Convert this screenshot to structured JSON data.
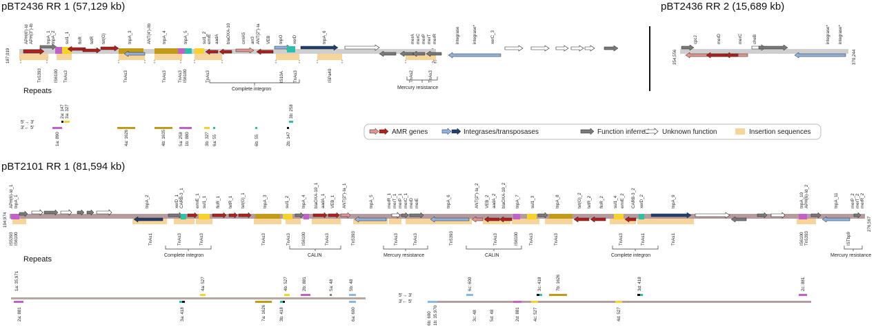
{
  "colors": {
    "amr_dark": "#b3201c",
    "amr_light": "#e2968f",
    "int_light": "#8fb3e0",
    "int_dark": "#1f3f6e",
    "func": "#7a7a7a",
    "unknown": "#ffffff",
    "insertion": "#f6d49a",
    "backbone1": "#cfcfcf",
    "backbone2": "#b59a9e",
    "repeat_line": "#b8a6a0",
    "purple": "#c060c8",
    "gold": "#c09a18",
    "yellow": "#f6d22a",
    "cyan": "#2cc0a8",
    "lightblue": "#88b8e8"
  },
  "panel1": {
    "title": "pBT2436 RR 1 (57,129 kb)",
    "start": "187,019",
    "end": "244,147",
    "gene_labels": [
      "APH(6')-Id",
      "APH(3'')-Ib",
      "tnpA_1",
      "tnpA_2",
      "sul1_1",
      "floR",
      "tetR",
      "tet(G)",
      "tnpA_3",
      "ANT(4')-IIb",
      "tnpA_4",
      "tnpA_5",
      "sul1_2",
      "emrE",
      "aadA",
      "blaOXA-10",
      "cmlA5",
      "arr3",
      "ANT(2'')-Ia",
      "VEB",
      "tnpO",
      "xerD",
      "tnpA_6",
      "merA",
      "merC",
      "merP",
      "merT",
      "merR",
      "integrase",
      "integrase*",
      "xerC_3"
    ],
    "is_labels": [
      "Tn5393",
      "IS6100",
      "TnAs3",
      "TnAs3",
      "TnAs3",
      "TnAs3",
      "IS6100",
      "TnAs3",
      "IS10A",
      "TnAs3",
      "ISPa40",
      "TnAs2",
      "TnAs3"
    ],
    "brackets": [
      "Complete integron",
      "Mercury resistance"
    ],
    "repeats_title": "Repeats",
    "strand_fwd": "5'→ 3'",
    "strand_rev": "3'← 5'",
    "repeat_top": [
      "2a: 147",
      "3a: 327",
      "3b: 258"
    ],
    "repeat_bottom": [
      "1a: 890",
      "4a: 1626",
      "4b: 1635",
      "5a: 258",
      "1b: 880",
      "3b: 327",
      "6a: 55",
      "6b: 55",
      "2b: 147"
    ]
  },
  "panel2": {
    "title": "pBT2436 RR 2 (15,689 kb)",
    "start": "354,556",
    "end": "370,244",
    "gene_labels": [
      "cpcJ",
      "merD",
      "merC",
      "cheB",
      "integrase*",
      "integrase*"
    ]
  },
  "legend": {
    "items": [
      "AMR genes",
      "Integrases/transposases",
      "Function inferred",
      "Unknown function",
      "Insertion sequences"
    ]
  },
  "panel3": {
    "title": "pBT2101 RR 1 (81,594 kb)",
    "start": "194,974",
    "end": "276,567",
    "gene_labels": [
      "APH(6)-Id_1",
      "tnpA_1",
      "tnpA_2",
      "xerD_1",
      "CARB-3_1",
      "emrE_1",
      "sul1_1",
      "floR_1",
      "tetR_1",
      "tet(G)_1",
      "tnpA_3",
      "sul1_2",
      "tnpA_4",
      "blaOXA-10_1",
      "aadA_1",
      "VEB_1",
      "ANT(2'')-Ia_1",
      "tnpA_5",
      "merR_1",
      "merT_1",
      "merP_1",
      "merC_1",
      "merD",
      "merE",
      "tnpA_6",
      "ANT(2'')-Ia_2",
      "VEB_2",
      "aadA_2",
      "blaOXA-10_2",
      "tnpA_7",
      "sul1_3",
      "tnpA_8",
      "tet(G)_2",
      "tetR_2",
      "floR_2",
      "sul1_4",
      "emrE_2",
      "CARB-3_2",
      "xerD_2",
      "tnpA_9",
      "tnpA_10",
      "APH(6)-Id_2",
      "tnpA_11",
      "merP_2",
      "merT_2",
      "merR_2"
    ],
    "is_labels": [
      "IS5393",
      "IS6100",
      "TnAs1",
      "TnAs3",
      "TnAs3",
      "TnAs3",
      "TnAs3",
      "IS6100",
      "TnAs3",
      "Tn5393",
      "TnAs3",
      "TnAs3",
      "Tn5393",
      "TnAs3",
      "IS6100",
      "TnAs3",
      "TnAs3",
      "TnAs3",
      "TnAs1",
      "TnAs1",
      "IS6100",
      "Tn5393",
      "ISTbp9"
    ],
    "brackets": [
      "Complete integron",
      "CALIN",
      "Mercury resistance",
      "CALIN",
      "Complete integron",
      "Mercury resistance"
    ],
    "repeats_title": "Repeats",
    "left_top": [
      "1a: 35,971",
      "4a: 527",
      "4b: 527",
      "2b: 881",
      "5a: 48",
      "5b: 48"
    ],
    "left_bottom": [
      "2a: 881",
      "3a: 418",
      "7a: 1626",
      "3b: 418",
      "6a: 600"
    ],
    "strand_fwd": "5'→ 3'",
    "strand_rev": "3'← 5'",
    "right_top": [
      "6c: 600",
      "3c: 418",
      "7b: 1626",
      "3d: 418",
      "2c: 881"
    ],
    "right_bottom": [
      "6b: 600",
      "1b: 35,970",
      "3c: 48",
      "5d: 48",
      "2d: 881",
      "4c: 527",
      "4d: 527"
    ]
  }
}
